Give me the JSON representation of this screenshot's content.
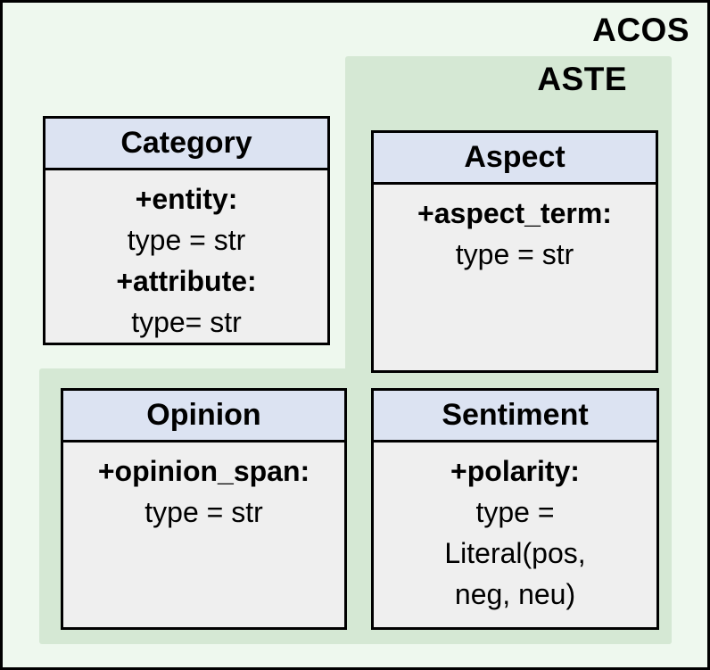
{
  "diagram": {
    "acos_label": "ACOS",
    "aste_label": "ASTE",
    "classes": [
      {
        "name": "Category",
        "attributes": [
          {
            "text": "+entity:",
            "bold": true
          },
          {
            "text": "type = str",
            "bold": false
          },
          {
            "text": "+attribute:",
            "bold": true
          },
          {
            "text": "type= str",
            "bold": false
          }
        ]
      },
      {
        "name": "Aspect",
        "attributes": [
          {
            "text": "+aspect_term:",
            "bold": true
          },
          {
            "text": "type = str",
            "bold": false
          }
        ]
      },
      {
        "name": "Opinion",
        "attributes": [
          {
            "text": "+opinion_span:",
            "bold": true
          },
          {
            "text": "type = str",
            "bold": false
          }
        ]
      },
      {
        "name": "Sentiment",
        "attributes": [
          {
            "text": "+polarity:",
            "bold": true
          },
          {
            "text": "type =",
            "bold": false
          },
          {
            "text": "Literal(pos,",
            "bold": false
          },
          {
            "text": "neg, neu)",
            "bold": false
          }
        ]
      }
    ],
    "colors": {
      "outer_background": "#eef8ee",
      "aste_background": "#d5e8d4",
      "class_header_background": "#dce3f2",
      "class_body_background": "#efefef",
      "border": "#000000",
      "text": "#000000"
    }
  }
}
